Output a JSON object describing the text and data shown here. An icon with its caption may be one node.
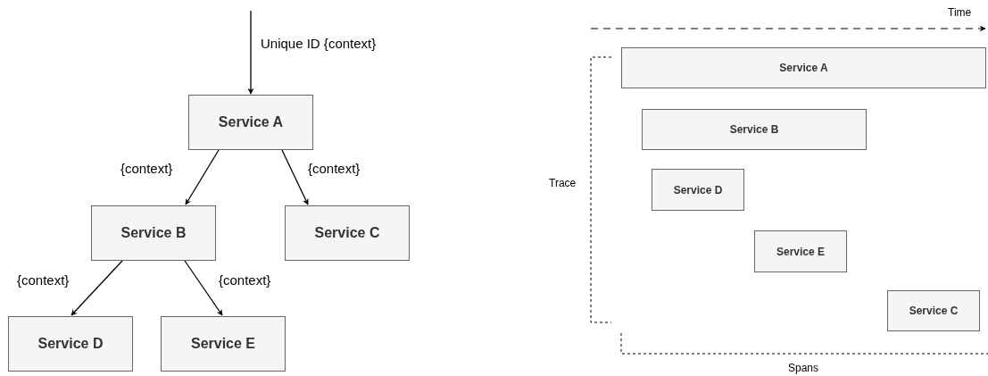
{
  "diagram": {
    "nodes": [
      {
        "text": [
          "Service A"
        ]
      },
      {
        "text": [
          "Service B"
        ]
      },
      {
        "text": [
          "Service C"
        ]
      },
      {
        "text": [
          "Service D"
        ]
      },
      {
        "text": [
          "Service E"
        ]
      },
      {
        "text": [
          "Service A"
        ]
      },
      {
        "text": [
          "Service B"
        ]
      },
      {
        "text": [
          "Service D"
        ]
      },
      {
        "text": [
          "Service E"
        ]
      },
      {
        "text": [
          "Service C"
        ]
      }
    ],
    "edges": [
      {
        "from": null,
        "to": 0,
        "arrow": "to",
        "label": "Unique ID {context}"
      },
      {
        "from": 0,
        "to": 1,
        "arrow": "to",
        "label": "{context}"
      },
      {
        "from": 0,
        "to": 2,
        "arrow": "to",
        "label": "{context}"
      },
      {
        "from": 1,
        "to": 3,
        "arrow": "to",
        "label": "{context}"
      },
      {
        "from": 1,
        "to": 4,
        "arrow": "to",
        "label": "{context}"
      }
    ],
    "labels": [
      "Time",
      "Trace",
      "Spans"
    ]
  }
}
